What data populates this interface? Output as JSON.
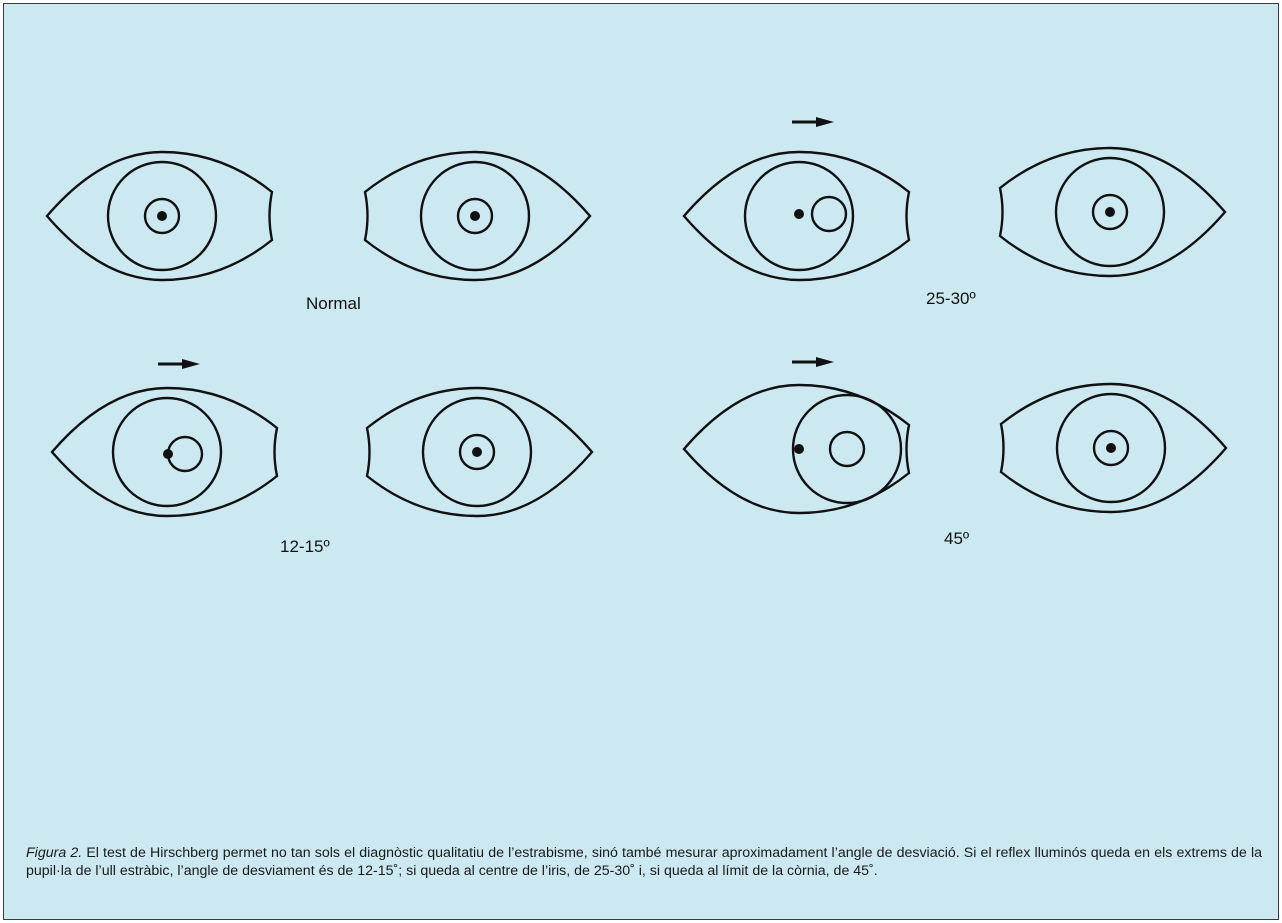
{
  "labels": {
    "normal": "Normal",
    "deg_25_30": "25-30º",
    "deg_12_15": "12-15º",
    "deg_45": "45º"
  },
  "caption": {
    "label": "Figura 2.",
    "text": " El test de Hirschberg permet no tan sols el diagnòstic qualitatiu de l’estrabisme, sinó també mesurar aproximadament l’angle de desviació. Si el reflex lluminós queda en els extrems de la pupil·la de l’ull estràbic, l’angle de desviament és de 12-15˚; si queda al centre de l’iris, de 25-30˚ i, si queda al límit de la còrnia, de 45˚."
  },
  "colors": {
    "background": "#cce9f2",
    "ink": "#111111"
  }
}
